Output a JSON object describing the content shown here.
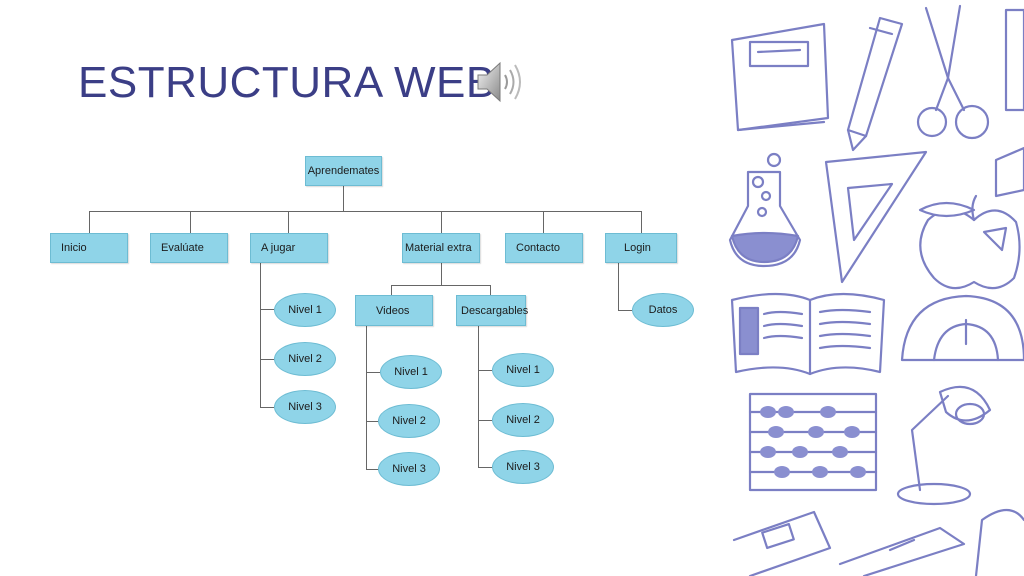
{
  "slide": {
    "title": "ESTRUCTURA WEB",
    "audio_icon": "speaker-icon"
  },
  "org_chart": {
    "root": "Aprendemates",
    "sections": [
      "Inicio",
      "Evalúate",
      "A jugar",
      "Material extra",
      "Contacto",
      "Login"
    ],
    "a_jugar_children": [
      "Nivel 1",
      "Nivel 2",
      "Nivel 3"
    ],
    "material_extra_children": [
      "Videos",
      "Descargables"
    ],
    "videos_children": [
      "Nivel 1",
      "Nivel 2",
      "Nivel 3"
    ],
    "descargables_children": [
      "Nivel 1",
      "Nivel 2",
      "Nivel 3"
    ],
    "login_children": [
      "Datos"
    ]
  },
  "colors": {
    "title": "#3b3e86",
    "node_fill": "#8fd4e8",
    "decor_stroke": "#7b7fc4"
  },
  "decorations": [
    "notebook-icon",
    "pencil-icon",
    "scissors-icon",
    "flask-icon",
    "set-square-icon",
    "apple-icon",
    "open-book-icon",
    "protractor-icon",
    "abacus-icon",
    "desk-lamp-icon",
    "sharpener-icon",
    "eraser-icon"
  ]
}
